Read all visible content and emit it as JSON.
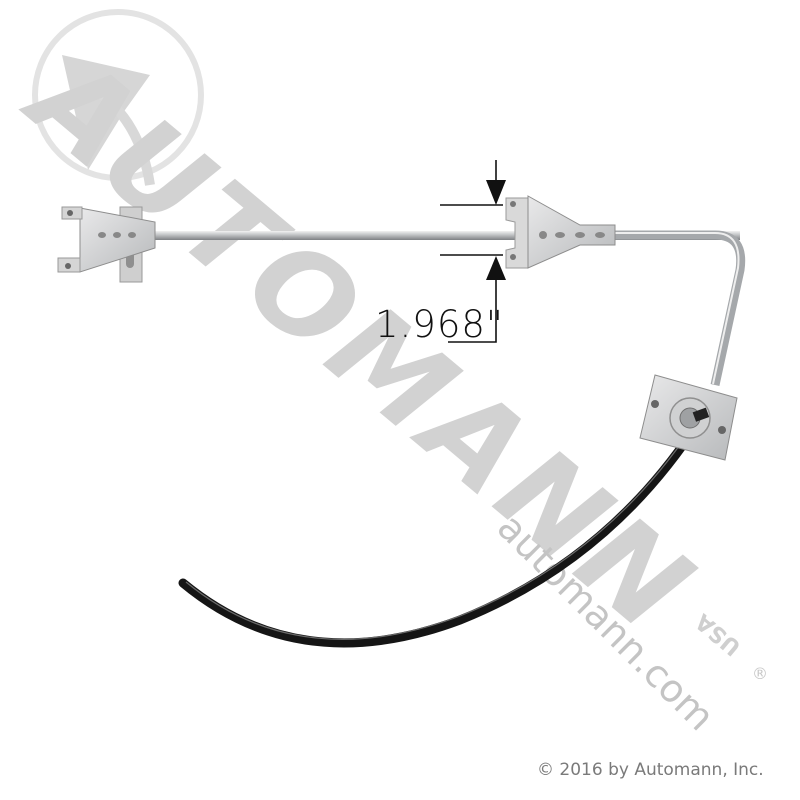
{
  "image": {
    "subject": "window-regulator-assembly",
    "background_color": "#ffffff"
  },
  "watermark": {
    "brand_text": "AUTOMANN",
    "url_text": "automann.com",
    "region_text": "USA",
    "registered_mark": "®",
    "color": "#cfcfcf"
  },
  "dimension": {
    "label": "1.968\"",
    "line_color": "#111111"
  },
  "footer": {
    "copyright": "© 2016 by Automann, Inc."
  },
  "colors": {
    "metal_light": "#d9dadb",
    "metal_dark": "#8e9194",
    "cable_black": "#151515"
  }
}
